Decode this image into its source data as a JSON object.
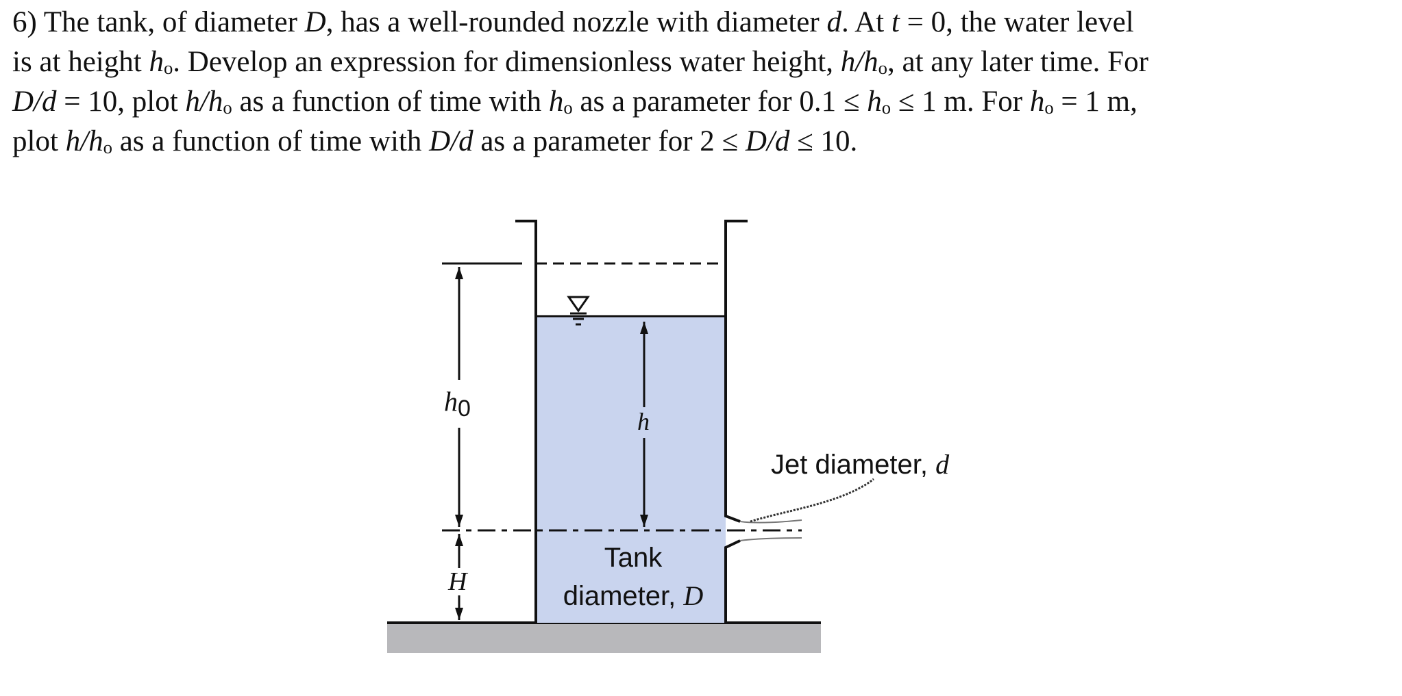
{
  "problem": {
    "number": "6)",
    "segments": [
      [
        {
          "t": "6) The tank, of diameter ",
          "s": "n"
        },
        {
          "t": "D",
          "s": "i"
        },
        {
          "t": ", has a well-rounded nozzle with diameter ",
          "s": "n"
        },
        {
          "t": "d",
          "s": "i"
        },
        {
          "t": ". At ",
          "s": "n"
        },
        {
          "t": "t",
          "s": "i"
        },
        {
          "t": " = 0, the water level",
          "s": "n"
        }
      ],
      [
        {
          "t": "is at height ",
          "s": "n"
        },
        {
          "t": "h",
          "s": "i"
        },
        {
          "t": "o",
          "s": "sub"
        },
        {
          "t": ". Develop an expression for dimensionless water height, ",
          "s": "n"
        },
        {
          "t": "h/h",
          "s": "i"
        },
        {
          "t": "o",
          "s": "sub"
        },
        {
          "t": ", at any later time. For",
          "s": "n"
        }
      ],
      [
        {
          "t": "D/d",
          "s": "i"
        },
        {
          "t": " = 10, plot ",
          "s": "n"
        },
        {
          "t": "h/h",
          "s": "i"
        },
        {
          "t": "o",
          "s": "sub"
        },
        {
          "t": " as a function of time with ",
          "s": "n"
        },
        {
          "t": "h",
          "s": "i"
        },
        {
          "t": "o",
          "s": "sub"
        },
        {
          "t": " as a parameter for 0.1 ≤ ",
          "s": "n"
        },
        {
          "t": "h",
          "s": "i"
        },
        {
          "t": "o",
          "s": "sub"
        },
        {
          "t": " ≤ 1 m. For ",
          "s": "n"
        },
        {
          "t": "h",
          "s": "i"
        },
        {
          "t": "o",
          "s": "sub"
        },
        {
          "t": " = 1 m,",
          "s": "n"
        }
      ],
      [
        {
          "t": "plot ",
          "s": "n"
        },
        {
          "t": "h/h",
          "s": "i"
        },
        {
          "t": "o",
          "s": "sub"
        },
        {
          "t": " as a function of time with ",
          "s": "n"
        },
        {
          "t": "D/d",
          "s": "i"
        },
        {
          "t": " as a parameter for 2 ≤ ",
          "s": "n"
        },
        {
          "t": "D/d",
          "s": "i"
        },
        {
          "t": " ≤ 10.",
          "s": "n"
        }
      ]
    ]
  },
  "figure": {
    "label_h0": "h",
    "label_h0_sub": "0",
    "label_h": "h",
    "label_H": "H",
    "jet_label": "Jet diameter, ",
    "jet_symbol": "d",
    "tank_label_line1": "Tank",
    "tank_label_line2": "diameter, ",
    "tank_symbol": "D",
    "water_symbol": "▽"
  },
  "colors": {
    "water": "#c9d4ee",
    "ground": "#b8b8bb",
    "ink": "#111111"
  }
}
